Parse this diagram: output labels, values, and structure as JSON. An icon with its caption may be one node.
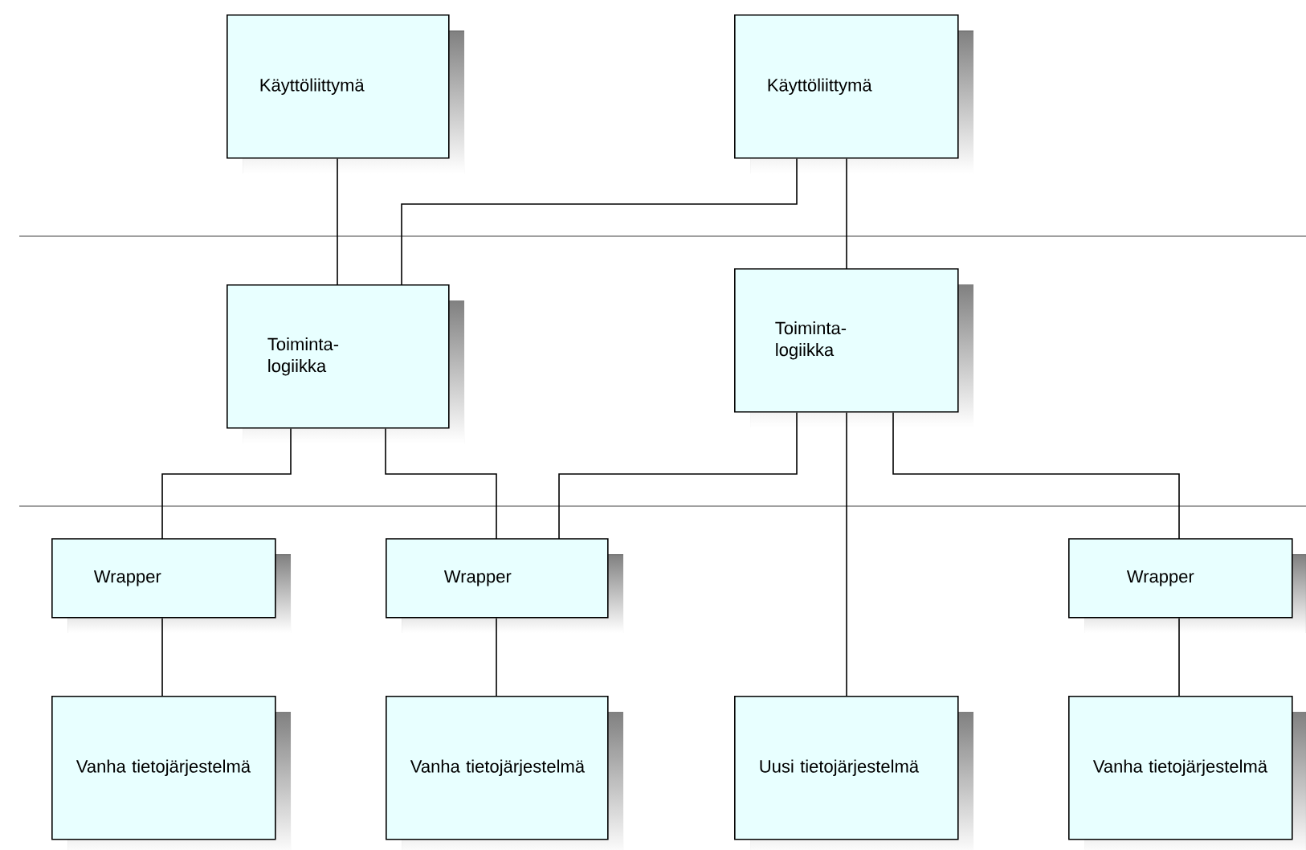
{
  "diagram": {
    "nodes": [
      {
        "text": [
          "Käyttöliittymä"
        ]
      },
      {
        "text": [
          "Käyttöliittymä"
        ]
      },
      {
        "text": [
          "Toiminta-logiikka"
        ]
      },
      {
        "text": [
          "Toiminta-logiikka"
        ]
      },
      {
        "text": [
          "Wrapper"
        ]
      },
      {
        "text": [
          "Wrapper"
        ]
      },
      {
        "text": [
          "Wrapper"
        ]
      },
      {
        "text": [
          "Vanha tietojärjestelmä"
        ]
      },
      {
        "text": [
          "Vanha tietojärjestelmä"
        ]
      },
      {
        "text": [
          "Uusi tietojärjestelmä"
        ]
      },
      {
        "text": [
          "Vanha tietojärjestelmä"
        ]
      }
    ],
    "edges": [
      {
        "from": 0,
        "to": 2,
        "arrow": "none"
      },
      {
        "from": 1,
        "to": 2,
        "arrow": "none"
      },
      {
        "from": 1,
        "to": 3,
        "arrow": "none"
      },
      {
        "from": 2,
        "to": 4,
        "arrow": "none"
      },
      {
        "from": 2,
        "to": 5,
        "arrow": "none"
      },
      {
        "from": 3,
        "to": 5,
        "arrow": "none"
      },
      {
        "from": 3,
        "to": 9,
        "arrow": "none"
      },
      {
        "from": 3,
        "to": 6,
        "arrow": "none"
      },
      {
        "from": 4,
        "to": 7,
        "arrow": "none"
      },
      {
        "from": 5,
        "to": 8,
        "arrow": "none"
      },
      {
        "from": 6,
        "to": 10,
        "arrow": "none"
      }
    ]
  }
}
